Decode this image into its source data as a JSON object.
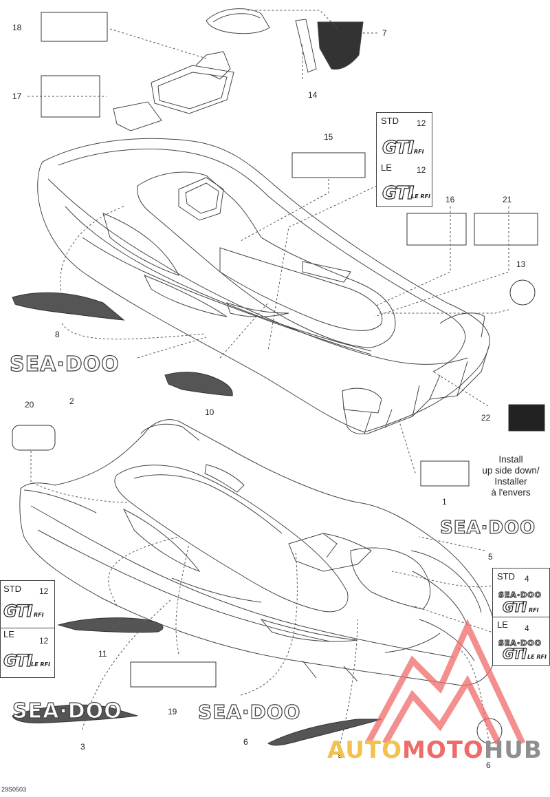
{
  "callouts": {
    "n1": "1",
    "n2": "2",
    "n3": "3",
    "n4a": "4",
    "n4b": "4",
    "n5": "5",
    "n6a": "6",
    "n6b": "6",
    "n7": "7",
    "n8": "8",
    "n9": "9",
    "n10": "10",
    "n11": "11",
    "n12a": "12",
    "n12b": "12",
    "n12c": "12",
    "n12d": "12",
    "n13": "13",
    "n14": "14",
    "n15": "15",
    "n16": "16",
    "n17": "17",
    "n18": "18",
    "n19": "19",
    "n20": "20",
    "n21": "21",
    "n22": "22"
  },
  "install_note": {
    "line1": "Install",
    "line2": "up side down/",
    "line3": "Installer",
    "line4": "à l'envers"
  },
  "spec_boxes": {
    "std": "STD",
    "le": "LE"
  },
  "logos": {
    "gti": "GTI",
    "rfi": "RFI",
    "le_rfi": "LE RFI",
    "seadoo": "SEA·DOO"
  },
  "reference_code": "29S0503",
  "watermark": {
    "part1": "AUTO",
    "part2": "MOTO",
    "part3": "HUB"
  },
  "colors": {
    "line": "#444444",
    "watermark_red": "#ef6a6a",
    "watermark_yellow": "#f2c14e",
    "watermark_gray": "#8f8f8f"
  }
}
